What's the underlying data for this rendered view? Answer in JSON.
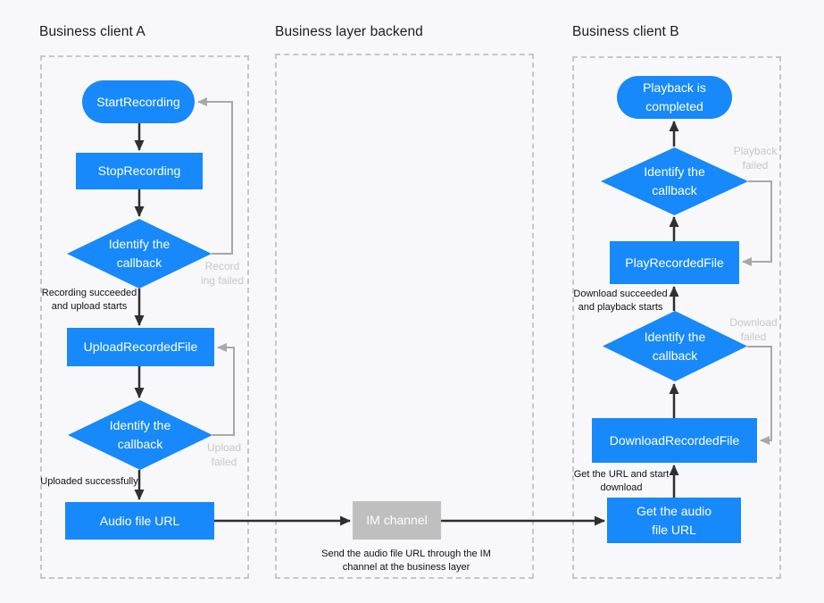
{
  "colors": {
    "background": "#f8f8fa",
    "node_blue": "#1789fa",
    "node_gray": "#bfbfbf",
    "arrow_black": "#2f2f2f",
    "arrow_gray": "#a8a8a8",
    "label_gray": "#c5c7ca",
    "text_dark": "#1c1c1e",
    "lane_border": "#c7c7c7"
  },
  "lanes": {
    "client_a": {
      "title": "Business client A"
    },
    "backend": {
      "title": "Business layer backend"
    },
    "client_b": {
      "title": "Business client B"
    }
  },
  "client_a": {
    "nodes": {
      "start_recording": "StartRecording",
      "stop_recording": "StopRecording",
      "identify_callback_1": [
        "Identify the",
        "callback"
      ],
      "upload_recorded_file": "UploadRecordedFile",
      "identify_callback_2": [
        "Identify the",
        "callback"
      ],
      "audio_file_url": "Audio file URL"
    },
    "edge_labels": {
      "recording_failed": [
        "Record",
        "ing failed"
      ],
      "recording_succeeded": [
        "Recording succeeded",
        "and upload starts"
      ],
      "upload_failed": [
        "Upload",
        "failed"
      ],
      "uploaded_successfully": "Uploaded successfully"
    }
  },
  "backend": {
    "nodes": {
      "im_channel": "IM channel"
    },
    "caption": [
      "Send the audio file URL through the IM",
      "channel at the business layer"
    ]
  },
  "client_b": {
    "nodes": {
      "playback_completed": [
        "Playback is",
        "completed"
      ],
      "identify_callback_top": [
        "Identify the",
        "callback"
      ],
      "play_recorded_file": "PlayRecordedFile",
      "identify_callback_bottom": [
        "Identify the",
        "callback"
      ],
      "download_recorded_file": "DownloadRecordedFile",
      "get_audio_file_url": [
        "Get the audio",
        "file URL"
      ]
    },
    "edge_labels": {
      "playback_failed": [
        "Playback",
        "failed"
      ],
      "download_succeeded": [
        "Download succeeded",
        "and playback starts"
      ],
      "download_failed": [
        "Download",
        "failed"
      ],
      "get_url": [
        "Get the URL and start",
        "download"
      ]
    }
  }
}
